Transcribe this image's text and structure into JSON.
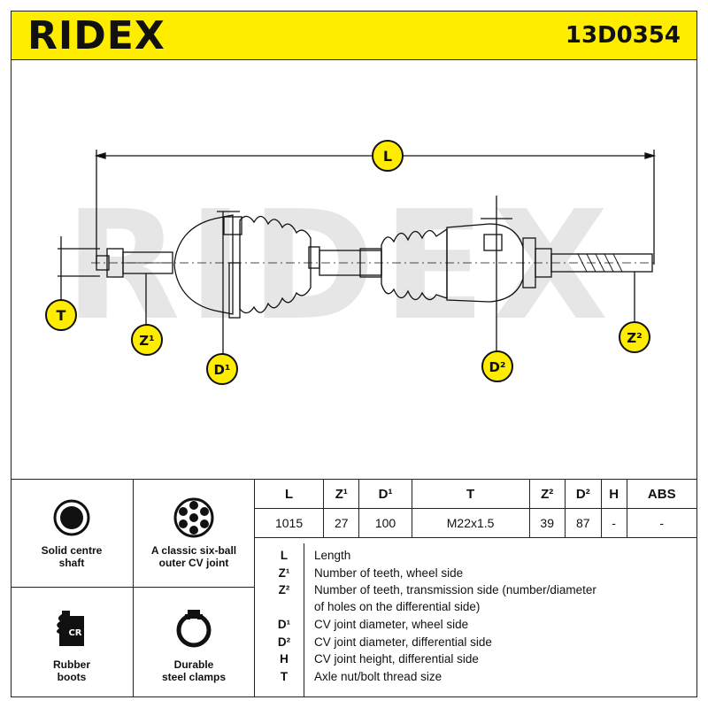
{
  "header": {
    "brand": "RIDEX",
    "part_number": "13D0354"
  },
  "diagram": {
    "labels": {
      "L": "L",
      "T": "T",
      "Z1": "Z¹",
      "D1": "D¹",
      "D2": "D²",
      "Z2": "Z²"
    },
    "watermark": "RIDEX"
  },
  "features": [
    {
      "label_1": "Solid centre",
      "label_2": "shaft",
      "icon": "solid-shaft-icon"
    },
    {
      "label_1": "A classic six-ball",
      "label_2": "outer CV joint",
      "icon": "six-ball-joint-icon"
    },
    {
      "label_1": "Rubber",
      "label_2": "boots",
      "icon": "rubber-boot-icon",
      "badge": "CR"
    },
    {
      "label_1": "Durable",
      "label_2": "steel clamps",
      "icon": "steel-clamp-icon"
    }
  ],
  "spec_table": {
    "headers": [
      "L",
      "Z¹",
      "D¹",
      "T",
      "Z²",
      "D²",
      "H",
      "ABS"
    ],
    "values": [
      "1015",
      "27",
      "100",
      "M22x1.5",
      "39",
      "87",
      "-",
      "-"
    ]
  },
  "legend": [
    {
      "sym": "L",
      "text": "Length"
    },
    {
      "sym": "Z¹",
      "text": "Number of teeth, wheel side"
    },
    {
      "sym": "Z²",
      "text": "Number of teeth, transmission side (number/diameter"
    },
    {
      "sym": "",
      "text": "of holes on the differential side)"
    },
    {
      "sym": "D¹",
      "text": "CV joint diameter, wheel side"
    },
    {
      "sym": "D²",
      "text": "CV joint diameter, differential side"
    },
    {
      "sym": "H",
      "text": "CV joint height, differential side"
    },
    {
      "sym": "T",
      "text": "Axle nut/bolt thread size"
    }
  ],
  "colors": {
    "accent": "#ffed00",
    "ink": "#111111",
    "watermark": "#e6e6e6"
  }
}
